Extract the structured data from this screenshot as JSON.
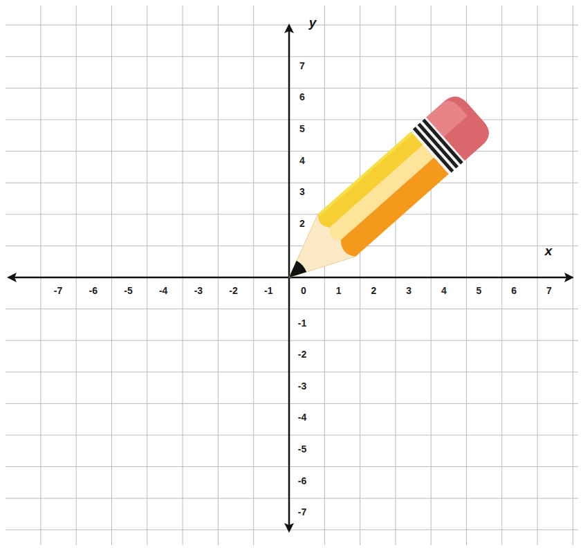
{
  "diagram": {
    "labels": [
      "y",
      "7",
      "6",
      "5",
      "4",
      "3",
      "2",
      "x",
      "-7",
      "-6",
      "-5",
      "-4",
      "-3",
      "-2",
      "-1",
      "0",
      "1",
      "2",
      "3",
      "4",
      "5",
      "6",
      "7",
      "-1",
      "-2",
      "-3",
      "-4",
      "-5",
      "-6",
      "-7"
    ]
  }
}
